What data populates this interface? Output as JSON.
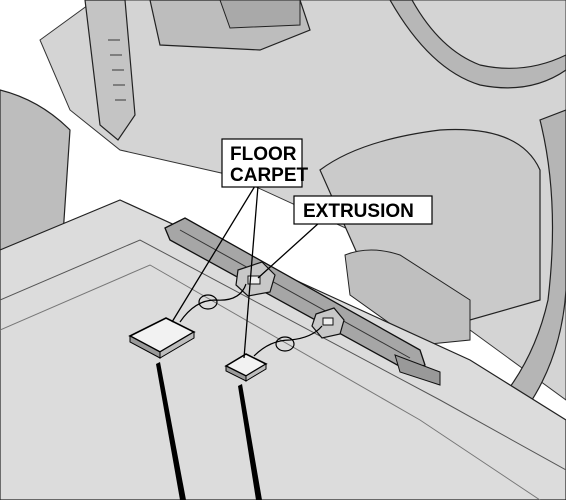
{
  "labels": {
    "floor_carpet_line1": "FLOOR",
    "floor_carpet_line2": "CARPET",
    "extrusion": "EXTRUSION"
  },
  "colors": {
    "background": "#ffffff",
    "panel_light": "#e6e6e6",
    "panel_mid": "#cfcfcf",
    "panel_dark": "#9a9a9a",
    "outline": "#1a1a1a"
  }
}
